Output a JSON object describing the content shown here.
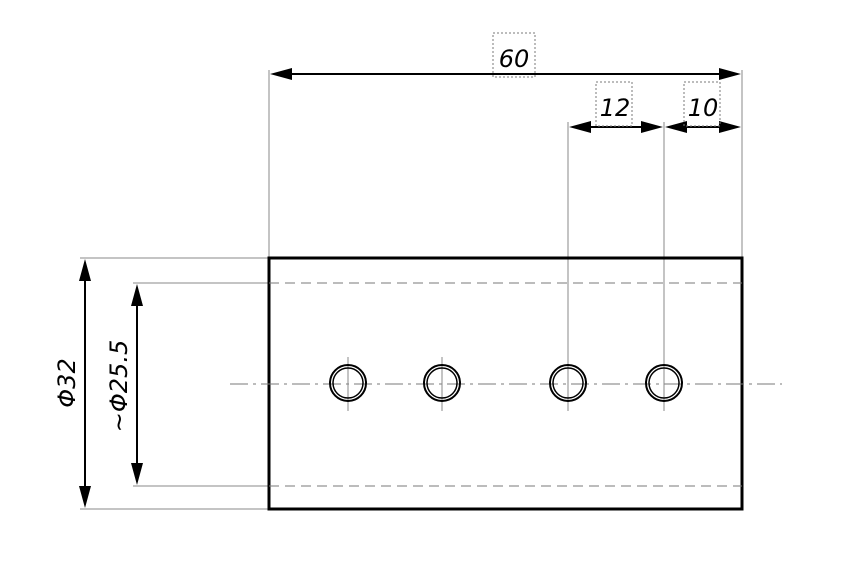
{
  "drawing": {
    "dimensions": {
      "overall_length": "60",
      "hole_offset": "12",
      "end_offset": "10",
      "outer_diameter": "Φ32",
      "inner_diameter": "~Φ25.5"
    },
    "hole_count": 4,
    "colors": {
      "line": "#000000",
      "thin_line": "#8a8a8a",
      "background": "#ffffff"
    }
  }
}
